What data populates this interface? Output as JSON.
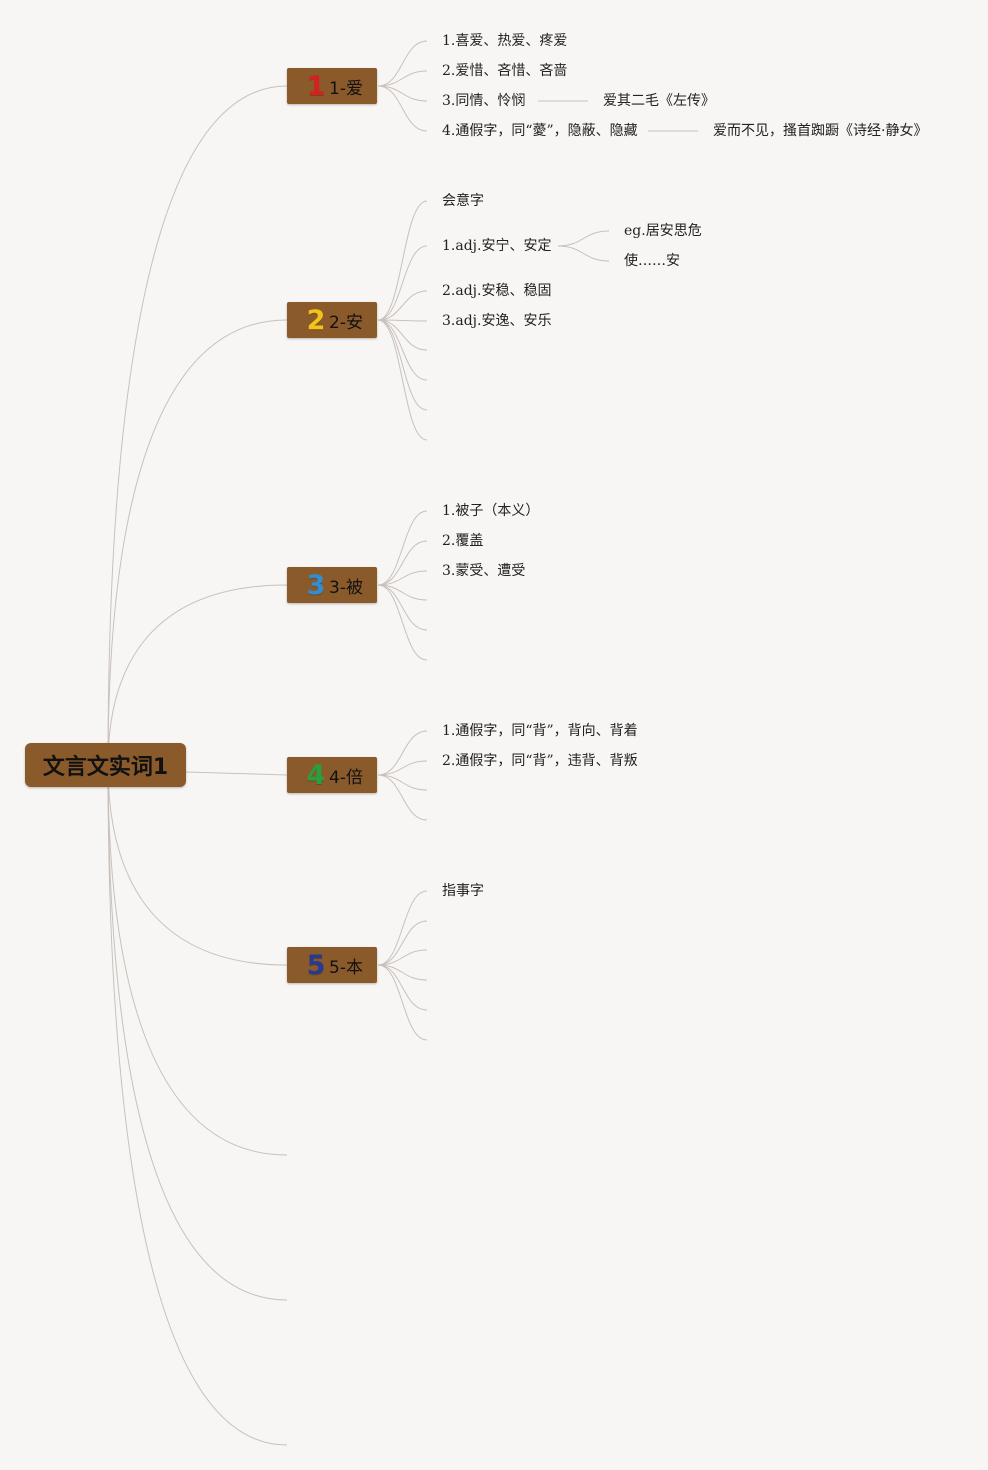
{
  "root": {
    "label": "文言文实词1"
  },
  "branches": [
    {
      "label": "1-爱",
      "number": "1",
      "color": "#d42020"
    },
    {
      "label": "2-安",
      "number": "2",
      "color": "#f2c318"
    },
    {
      "label": "3-被",
      "number": "3",
      "color": "#2f8fd6"
    },
    {
      "label": "4-倍",
      "number": "4",
      "color": "#28a040"
    },
    {
      "label": "5-本",
      "number": "5",
      "color": "#263a8f"
    }
  ],
  "items": {
    "ai": [
      "1.喜爱、热爱、疼爱",
      "2.爱惜、吝惜、吝啬",
      "3.同情、怜悯",
      "4.通假字，同“薆”，隐蔽、隐藏"
    ],
    "ai_examples": [
      "爱其二毛《左传》",
      "爱而不见，搔首踟蹰《诗经·静女》"
    ],
    "an": [
      "会意字",
      "1.adj.安宁、安定",
      "2.adj.安稳、稳固",
      "3.adj.安逸、安乐"
    ],
    "an_sub": [
      "eg.居安思危",
      "使……安"
    ],
    "bei": [
      "1.被子（本义）",
      "2.覆盖",
      "3.蒙受、遭受"
    ],
    "bei2": [
      "1.通假字，同“背”，背向、背着",
      "2.通假字，同“背”，违背、背叛"
    ],
    "ben": [
      "指事字"
    ]
  }
}
